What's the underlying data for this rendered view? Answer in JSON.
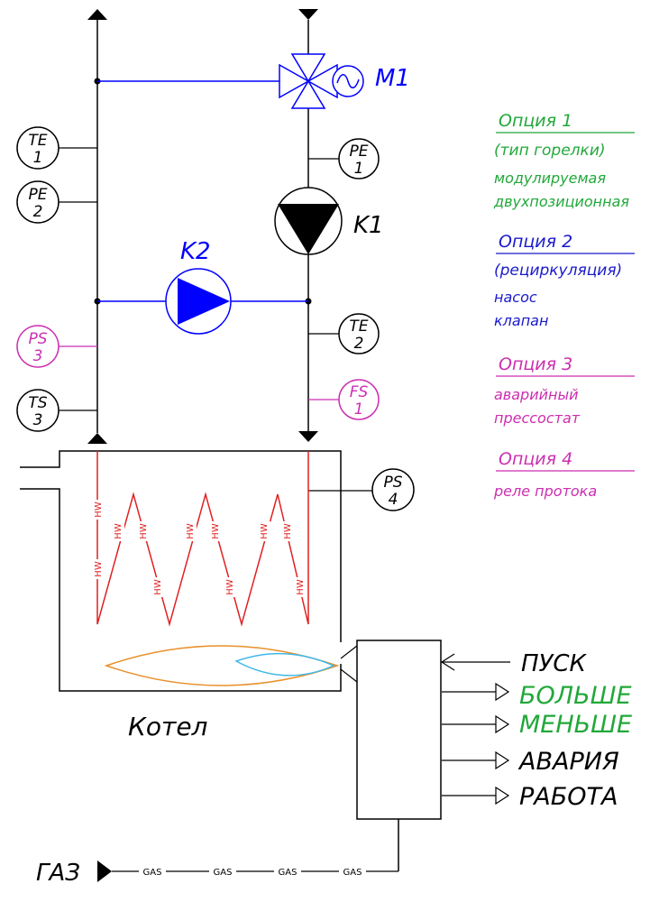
{
  "colors": {
    "black": "#000000",
    "blue": "#0000ff",
    "green": "#22a83a",
    "navy": "#1a1acc",
    "magenta": "#cc2fb0",
    "red": "#e02020",
    "orange": "#e8902a",
    "cyan": "#3fb8e8"
  },
  "valve": {
    "label": "M1"
  },
  "pumps": {
    "k1": "K1",
    "k2": "K2"
  },
  "instruments": {
    "te1": {
      "tag": "TE",
      "num": "1"
    },
    "pe2": {
      "tag": "PE",
      "num": "2"
    },
    "ps3": {
      "tag": "PS",
      "num": "3"
    },
    "ts3": {
      "tag": "TS",
      "num": "3"
    },
    "pe1": {
      "tag": "PE",
      "num": "1"
    },
    "te2": {
      "tag": "TE",
      "num": "2"
    },
    "fs1": {
      "tag": "FS",
      "num": "1"
    },
    "ps4": {
      "tag": "PS",
      "num": "4"
    }
  },
  "boiler": {
    "label": "Котел",
    "coil_text": "HW"
  },
  "gas": {
    "label": "ГАЗ",
    "line_text": "GAS"
  },
  "controller": {
    "input": "ПУСК",
    "outputs": [
      "БОЛЬШЕ",
      "МЕНЬШЕ",
      "АВАРИЯ",
      "РАБОТА"
    ]
  },
  "options": [
    {
      "title": "Опция 1",
      "subtitle": "(тип горелки)",
      "items": [
        "модулируемая",
        "двухпозиционная"
      ]
    },
    {
      "title": "Опция 2",
      "subtitle": "(рециркуляция)",
      "items": [
        "насос",
        "клапан"
      ]
    },
    {
      "title": "Опция 3",
      "items": [
        "аварийный",
        "прессостат"
      ]
    },
    {
      "title": "Опция 4",
      "items": [
        "реле протока"
      ]
    }
  ]
}
